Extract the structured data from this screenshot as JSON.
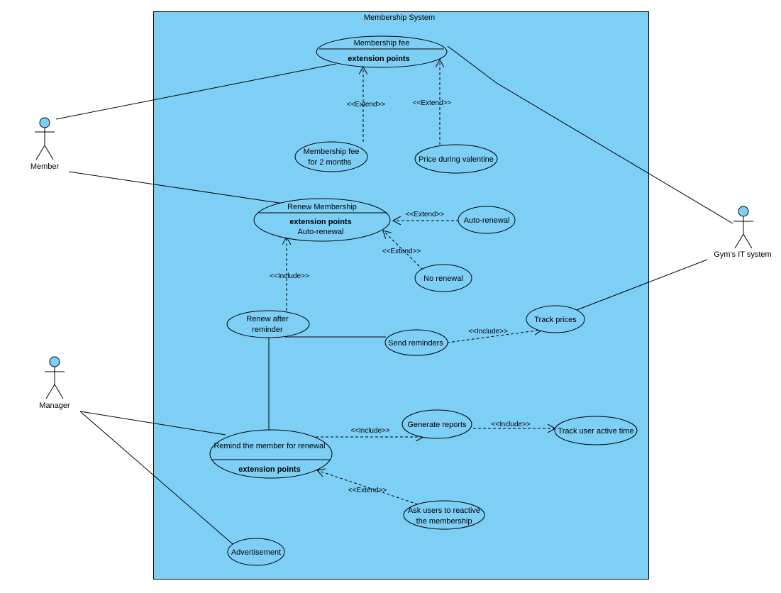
{
  "system": {
    "title": "Membership System",
    "fill": "#7ecff5"
  },
  "actors": {
    "member": "Member",
    "manager": "Manager",
    "gym_it": "Gym's IT system"
  },
  "actor_head_color": "#7ecff5",
  "use_cases": {
    "membership_fee": {
      "name": "Membership fee",
      "ext_heading": "extension points"
    },
    "membership_fee_2m": {
      "line1": "Membership fee",
      "line2": "for 2 months"
    },
    "price_valentine": {
      "name": "Price during valentine"
    },
    "renew_membership": {
      "name": "Renew Membership",
      "ext_heading": "extension points",
      "ext_point": "Auto-renewal"
    },
    "auto_renewal": {
      "name": "Auto-renewal"
    },
    "no_renewal": {
      "name": "No renewal"
    },
    "renew_after_reminder": {
      "line1": "Renew after",
      "line2": "reminder"
    },
    "send_reminders": {
      "name": "Send reminders"
    },
    "track_prices": {
      "name": "Track prices"
    },
    "generate_reports": {
      "name": "Generate reports"
    },
    "track_user_active_time": {
      "name": "Track user active time"
    },
    "remind_member": {
      "name": "Remind the member for renewal",
      "ext_heading": "extension points"
    },
    "ask_reactivate": {
      "line1": "Ask users to reactive",
      "line2": "the membership"
    },
    "advertisement": {
      "name": "Advertisement"
    }
  },
  "relations": {
    "extend": "<<Extend>>",
    "include": "<<Include>>"
  }
}
